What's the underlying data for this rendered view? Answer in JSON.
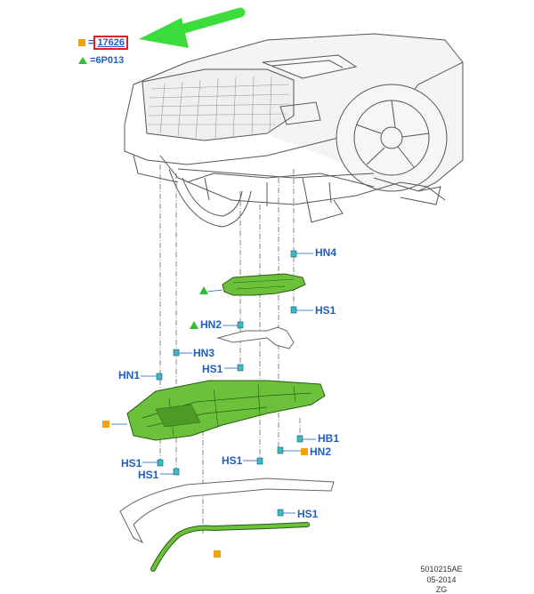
{
  "legend": {
    "item1_sign": "=",
    "item1_code": "17626",
    "item2_sign": "=",
    "item2_code": "6P013"
  },
  "callouts": [
    {
      "id": "hn4",
      "text": "HN4"
    },
    {
      "id": "hs1_a",
      "text": "HS1"
    },
    {
      "id": "hn2_a",
      "text": "HN2"
    },
    {
      "id": "hn3",
      "text": "HN3"
    },
    {
      "id": "hs1_b",
      "text": "HS1"
    },
    {
      "id": "hn1",
      "text": "HN1"
    },
    {
      "id": "hb1",
      "text": "HB1"
    },
    {
      "id": "hn2_b",
      "text": "HN2"
    },
    {
      "id": "hs1_c",
      "text": "HS1"
    },
    {
      "id": "hs1_d",
      "text": "HS1"
    },
    {
      "id": "hs1_e",
      "text": "HS1"
    },
    {
      "id": "hs1_f",
      "text": "HS1"
    }
  ],
  "footer": {
    "drawing_number": "5010215AE",
    "date": "05-2014",
    "code": "ZG"
  },
  "colors": {
    "part_green": "#6cc13a",
    "arrow_green": "#3ddc3d",
    "callout_blue": "#1f5fbf",
    "marker_orange": "#f2a20c",
    "highlight_red": "#e02020"
  }
}
